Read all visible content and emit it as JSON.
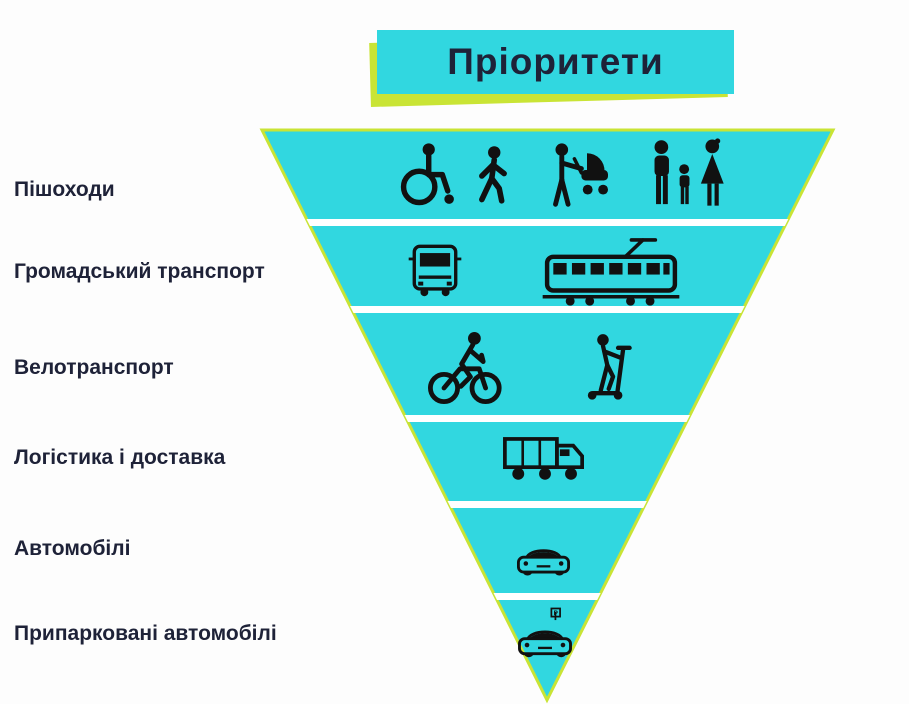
{
  "title": "Пріоритети",
  "parking_sign_label": "P",
  "colors": {
    "background": "#fdfdfd",
    "pyramid_fill": "#31d7e0",
    "accent_green": "#c9e435",
    "heading_text": "#1e2238",
    "icon_black": "#111111",
    "divider_white": "#ffffff"
  },
  "rows": [
    {
      "label": "Пішоходи",
      "icons": [
        "wheelchair-user",
        "pedestrian",
        "parent-with-stroller",
        "family"
      ]
    },
    {
      "label": "Громадський транспорт",
      "icons": [
        "bus",
        "tram"
      ]
    },
    {
      "label": "Велотранспорт",
      "icons": [
        "cyclist",
        "kick-scooter"
      ]
    },
    {
      "label": "Логістика і доставка",
      "icons": [
        "delivery-truck"
      ]
    },
    {
      "label": "Автомобілі",
      "icons": [
        "car"
      ]
    },
    {
      "label": "Припарковані автомобілі",
      "icons": [
        "parked-car"
      ]
    }
  ]
}
